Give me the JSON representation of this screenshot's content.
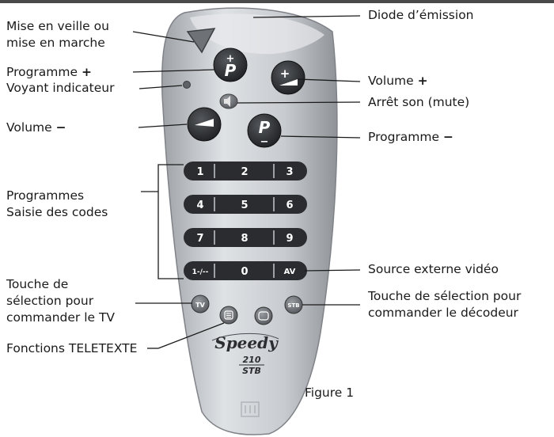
{
  "labels": {
    "standby": [
      "Mise en veille ou",
      "mise en marche"
    ],
    "prog_plus": {
      "text": "Programme",
      "sym": "+"
    },
    "indicator": "Voyant indicateur",
    "volume_minus": {
      "text": "Volume",
      "sym": "−"
    },
    "programmes": [
      "Programmes",
      "Saisie des codes"
    ],
    "tv_select": [
      "Touche de",
      "sélection pour",
      "commander le TV"
    ],
    "teletext": "Fonctions TELETEXTE",
    "diode": "Diode d’émission",
    "volume_plus": {
      "text": "Volume",
      "sym": "+"
    },
    "mute": "Arrêt son (mute)",
    "prog_minus": {
      "text": "Programme",
      "sym": "−"
    },
    "external": "Source externe vidéo",
    "decoder_select": [
      "Touche de sélection pour",
      "commander le décodeur"
    ]
  },
  "figure_caption": "Figure 1",
  "remote": {
    "brand": "Speedy",
    "model_number": "210",
    "model_suffix": "STB",
    "keypad": [
      "1",
      "2",
      "3",
      "4",
      "5",
      "6",
      "7",
      "8",
      "9",
      "1-/--",
      "0",
      "AV"
    ],
    "buttons": {
      "prog_symbol": "P",
      "plus": "+",
      "minus": "−",
      "tv": "TV",
      "stb": "STB"
    }
  },
  "colors": {
    "body": "#c9ccd0",
    "button_dark": "#2a2c2f",
    "line": "#1a1a1a"
  }
}
